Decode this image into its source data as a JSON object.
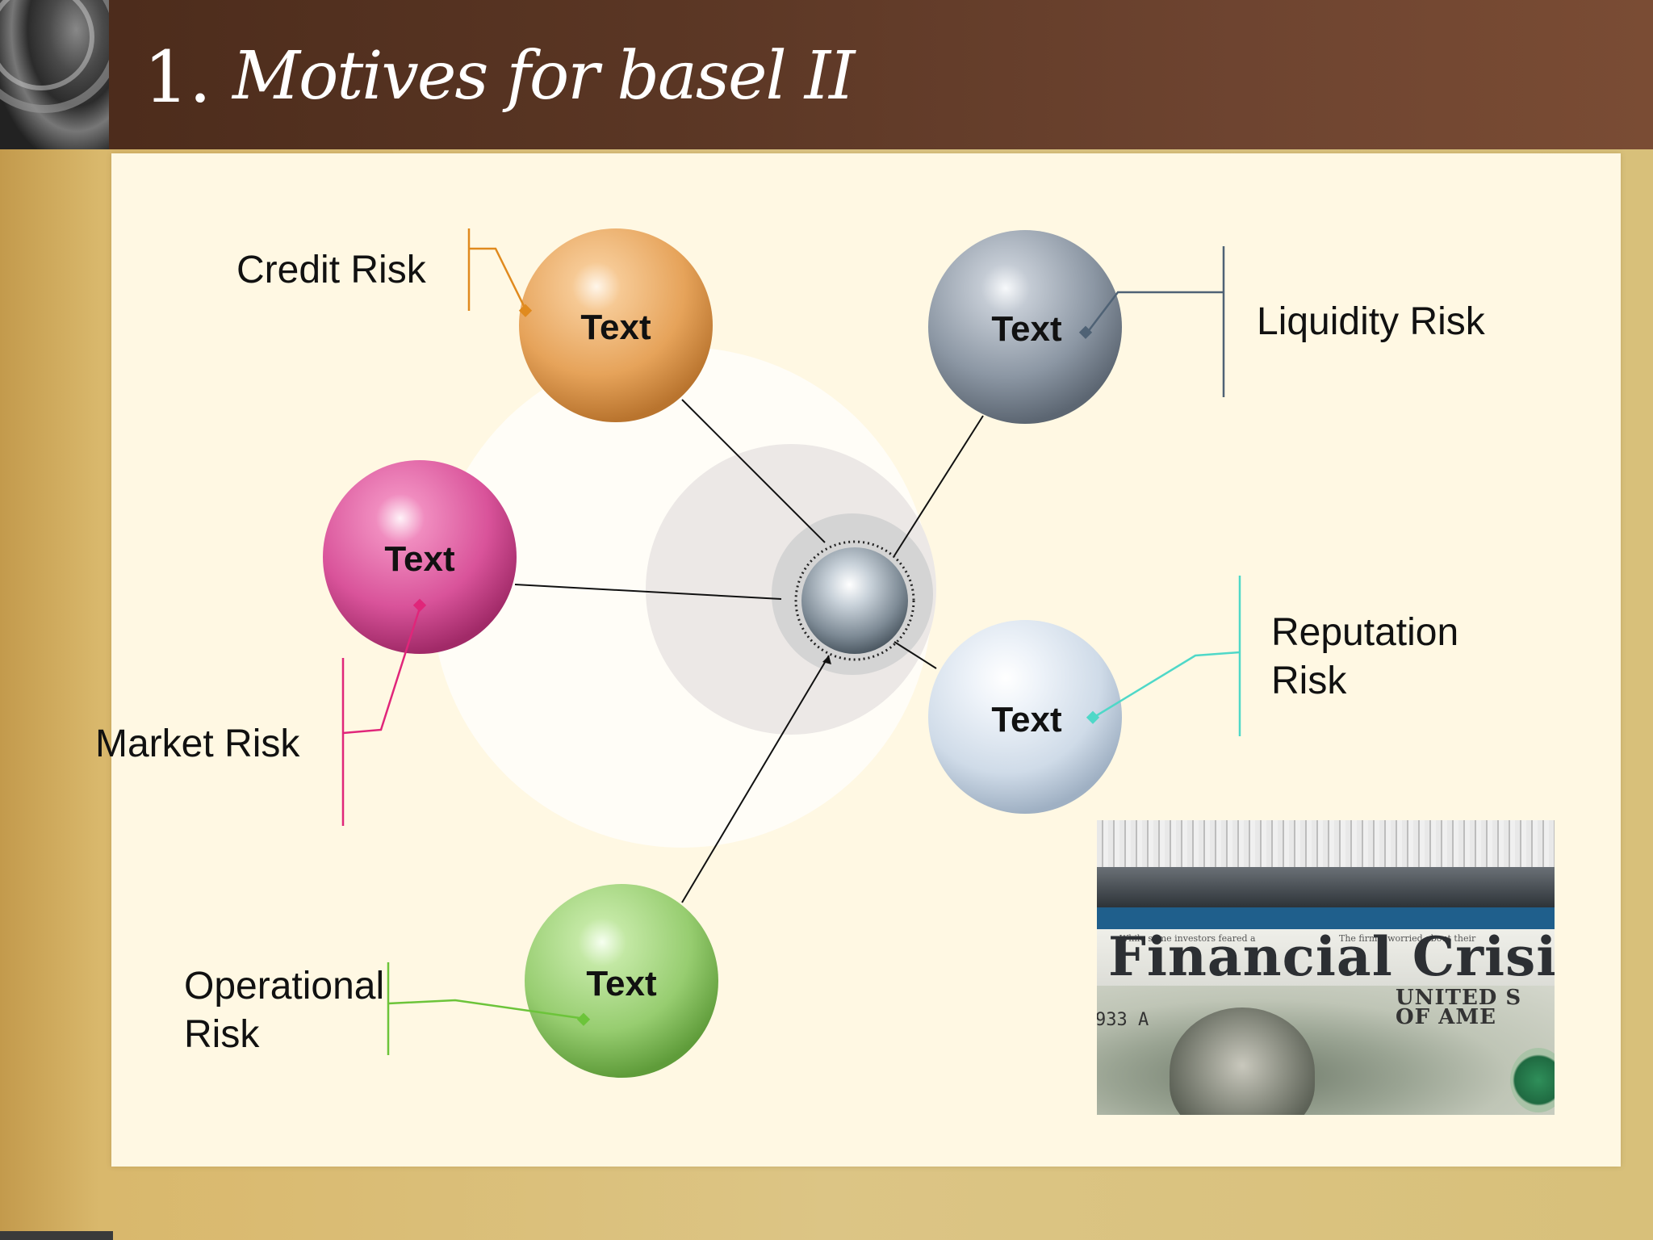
{
  "slide": {
    "title_number": "1.",
    "title": "Motives for basel II"
  },
  "diagram": {
    "spheres": [
      {
        "id": "credit",
        "text": "Text",
        "risk_label": "Credit Risk",
        "color": "#e8a95c"
      },
      {
        "id": "liquidity",
        "text": "Text",
        "risk_label": "Liquidity Risk",
        "color": "#8f9aa7"
      },
      {
        "id": "market",
        "text": "Text",
        "risk_label": "Market Risk",
        "color": "#de5b9c"
      },
      {
        "id": "reputation",
        "text": "Text",
        "risk_label_lines": [
          "Reputation",
          "Risk"
        ],
        "color": "#d7e2ee"
      },
      {
        "id": "operational",
        "text": "Text",
        "risk_label_lines": [
          "Operational",
          "Risk"
        ],
        "color": "#9fd27a"
      }
    ],
    "connector_colors": {
      "credit": "#e08a1e",
      "liquidity": "#4f6275",
      "market": "#e0267a",
      "reputation": "#4fd8c8",
      "operational": "#6cc43a"
    }
  },
  "photo": {
    "headline": "Financial Crisis",
    "small_text_left": "While some investors feared a",
    "small_text_right": "The firms, worried about their",
    "bill_serial": "933 A",
    "bill_words": "UNITED S\nOF AME"
  }
}
